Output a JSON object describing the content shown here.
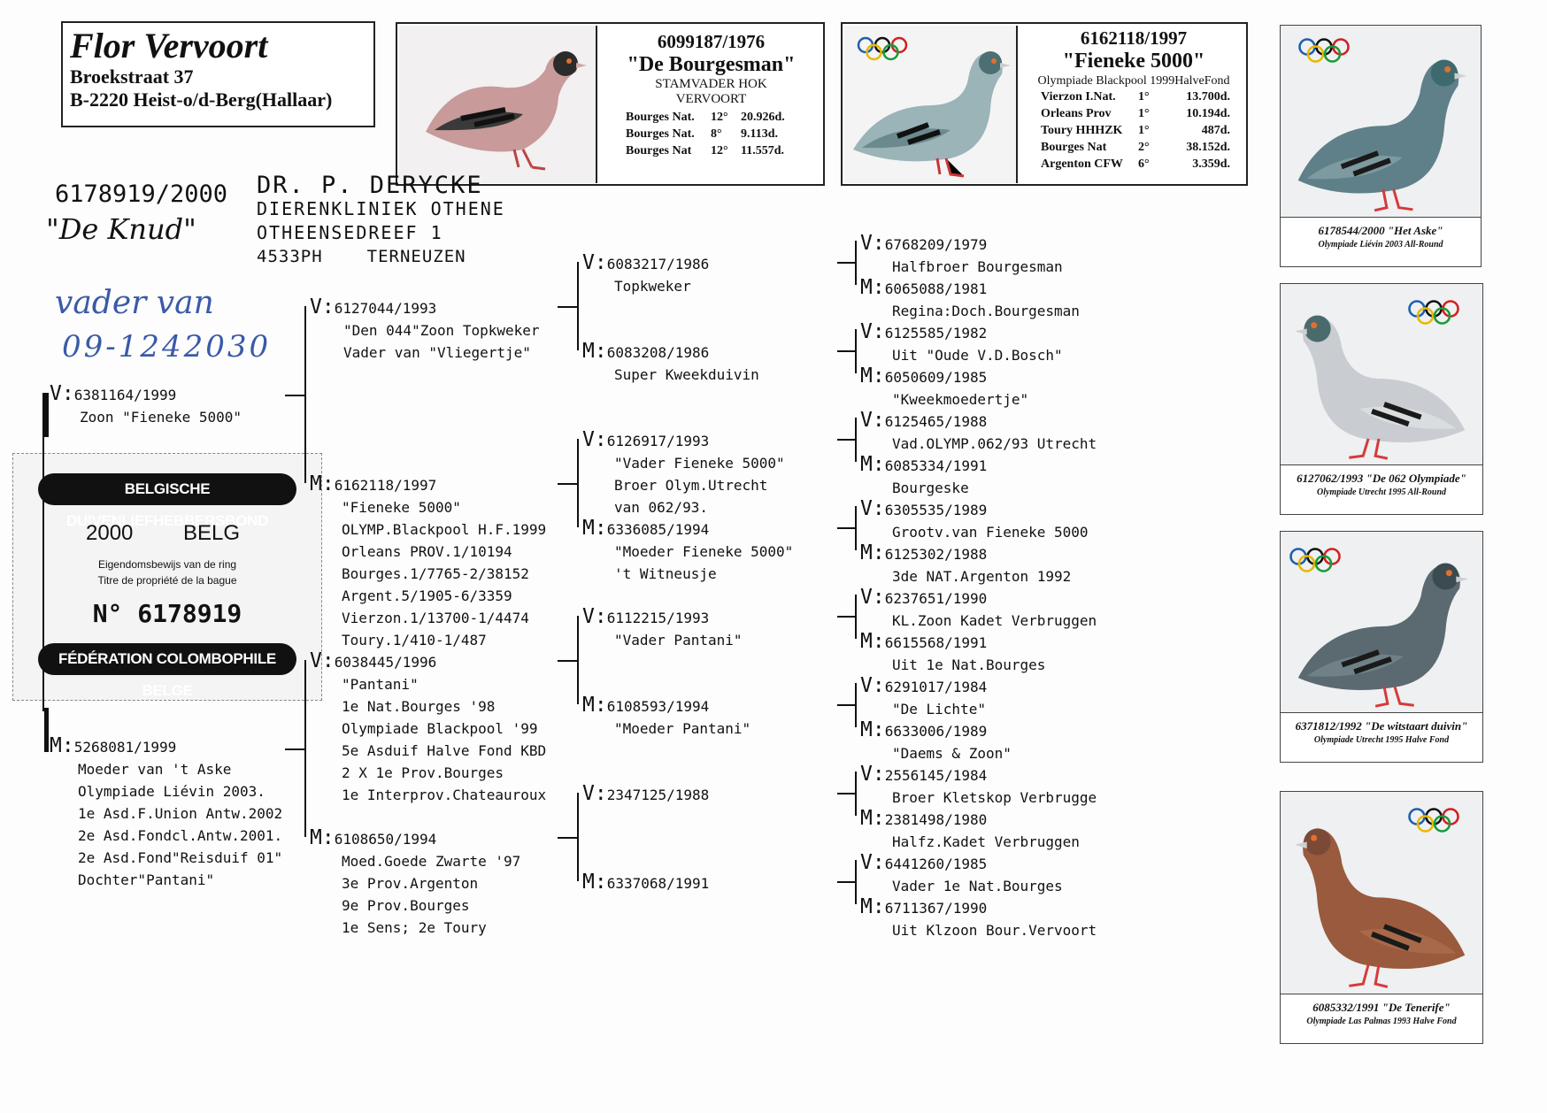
{
  "owner": {
    "name": "Flor Vervoort",
    "street": "Broekstraat 37",
    "city": "B-2220 Heist-o/d-Berg(Hallaar)"
  },
  "header1": {
    "ring": "6099187/1976",
    "name": "\"De Bourgesman\"",
    "line1": "STAMVADER HOK",
    "line2": "VERVOORT",
    "results": [
      {
        "race": "Bourges Nat.",
        "place": "12°",
        "birds": "20.926d."
      },
      {
        "race": "Bourges Nat.",
        "place": "8°",
        "birds": "9.113d."
      },
      {
        "race": "Bourges Nat",
        "place": "12°",
        "birds": "11.557d."
      }
    ]
  },
  "header2": {
    "ring": "6162118/1997",
    "name": "\"Fieneke 5000\"",
    "line1": "Olympiade Blackpool 1999HalveFond",
    "results": [
      {
        "race": "Vierzon I.Nat.",
        "place": "1°",
        "birds": "13.700d."
      },
      {
        "race": "Orleans Prov",
        "place": "1°",
        "birds": "10.194d."
      },
      {
        "race": "Toury HHHZK",
        "place": "1°",
        "birds": "487d."
      },
      {
        "race": "Bourges Nat",
        "place": "2°",
        "birds": "38.152d."
      },
      {
        "race": "Argenton CFW",
        "place": "6°",
        "birds": "3.359d."
      }
    ]
  },
  "subject": {
    "ring": "6178919/2000",
    "name": "\"De Knud\"",
    "note1": "vader van",
    "note2": "09-1242030"
  },
  "vet_stamp": {
    "line1": "DR. P. DERYCKE",
    "line2": "DIERENKLINIEK OTHENE",
    "line3": "OTHEENSEDREEF 1",
    "line4a": "4533PH",
    "line4b": "TERNEUZEN"
  },
  "ring_card": {
    "top": "BELGISCHE DUIVENLIEFHEBBERSBOND",
    "year": "2000",
    "country": "BELG",
    "text1": "Eigendomsbewijs van de ring",
    "text2": "Titre de propriété de la bague",
    "number": "N° 6178919",
    "bottom": "FÉDÉRATION COLOMBOPHILE BELGE"
  },
  "labels": {
    "v": "V:",
    "m": "M:"
  },
  "gen1": {
    "sire": {
      "ring": "6381164/1999",
      "lines": [
        "Zoon \"Fieneke 5000\""
      ]
    },
    "dam": {
      "ring": "5268081/1999",
      "lines": [
        "Moeder van 't Aske",
        "Olympiade Liévin 2003.",
        "1e Asd.F.Union Antw.2002",
        "2e Asd.Fondcl.Antw.2001.",
        "2e Asd.Fond\"Reisduif 01\"",
        "Dochter\"Pantani\""
      ]
    }
  },
  "gen2": [
    {
      "ring": "6127044/1993",
      "lines": [
        "\"Den 044\"Zoon Topkweker",
        "Vader van \"Vliegertje\""
      ]
    },
    {
      "ring": "6162118/1997",
      "lines": [
        "\"Fieneke 5000\"",
        "OLYMP.Blackpool H.F.1999",
        "Orleans PROV.1/10194",
        "Bourges.1/7765-2/38152",
        "Argent.5/1905-6/3359",
        "Vierzon.1/13700-1/4474",
        "Toury.1/410-1/487"
      ]
    },
    {
      "ring": "6038445/1996",
      "lines": [
        "\"Pantani\"",
        "1e Nat.Bourges '98",
        "Olympiade Blackpool '99",
        "5e Asduif Halve Fond KBD",
        "2 X 1e Prov.Bourges",
        "1e Interprov.Chateauroux"
      ]
    },
    {
      "ring": "6108650/1994",
      "lines": [
        "Moed.Goede Zwarte '97",
        "3e Prov.Argenton",
        "9e Prov.Bourges",
        "1e Sens; 2e Toury"
      ]
    }
  ],
  "gen3": [
    {
      "ring": "6083217/1986",
      "lines": [
        "Topkweker"
      ]
    },
    {
      "ring": "6083208/1986",
      "lines": [
        "Super Kweekduivin"
      ]
    },
    {
      "ring": "6126917/1993",
      "lines": [
        "\"Vader Fieneke 5000\"",
        "Broer Olym.Utrecht",
        "van 062/93."
      ]
    },
    {
      "ring": "6336085/1994",
      "lines": [
        "\"Moeder Fieneke 5000\"",
        "'t Witneusje"
      ]
    },
    {
      "ring": "6112215/1993",
      "lines": [
        "\"Vader Pantani\""
      ]
    },
    {
      "ring": "6108593/1994",
      "lines": [
        "\"Moeder Pantani\""
      ]
    },
    {
      "ring": "2347125/1988",
      "lines": []
    },
    {
      "ring": "6337068/1991",
      "lines": []
    }
  ],
  "gen4": [
    {
      "ring": "6768209/1979",
      "lines": [
        "Halfbroer Bourgesman"
      ]
    },
    {
      "ring": "6065088/1981",
      "lines": [
        "Regina:Doch.Bourgesman"
      ]
    },
    {
      "ring": "6125585/1982",
      "lines": [
        "Uit \"Oude V.D.Bosch\""
      ]
    },
    {
      "ring": "6050609/1985",
      "lines": [
        "\"Kweekmoedertje\""
      ]
    },
    {
      "ring": "6125465/1988",
      "lines": [
        "Vad.OLYMP.062/93 Utrecht"
      ]
    },
    {
      "ring": "6085334/1991",
      "lines": [
        "Bourgeske"
      ]
    },
    {
      "ring": "6305535/1989",
      "lines": [
        "Grootv.van Fieneke 5000"
      ]
    },
    {
      "ring": "6125302/1988",
      "lines": [
        "3de NAT.Argenton 1992"
      ]
    },
    {
      "ring": "6237651/1990",
      "lines": [
        "KL.Zoon Kadet Verbruggen"
      ]
    },
    {
      "ring": "6615568/1991",
      "lines": [
        "Uit 1e Nat.Bourges"
      ]
    },
    {
      "ring": "6291017/1984",
      "lines": [
        "\"De Lichte\""
      ]
    },
    {
      "ring": "6633006/1989",
      "lines": [
        "\"Daems & Zoon\""
      ]
    },
    {
      "ring": "2556145/1984",
      "lines": [
        "Broer Kletskop Verbrugge"
      ]
    },
    {
      "ring": "2381498/1980",
      "lines": [
        "Halfz.Kadet Verbruggen"
      ]
    },
    {
      "ring": "6441260/1985",
      "lines": [
        "Vader 1e Nat.Bourges"
      ]
    },
    {
      "ring": "6711367/1990",
      "lines": [
        "Uit Klzoon Bour.Vervoort"
      ]
    }
  ],
  "photos": [
    {
      "cap1": "6178544/2000 \"Het Aske\"",
      "cap2": "Olympiade Liévin 2003 All-Round",
      "body": "#5f8088",
      "neck": "#3d6a6e",
      "wing": "#7c9aa0"
    },
    {
      "cap1": "6127062/1993 \"De 062 Olympiade\"",
      "cap2": "Olympiade Utrecht 1995 All-Round",
      "body": "#c9ccd0",
      "neck": "#4a6a6c",
      "wing": "#dadde0"
    },
    {
      "cap1": "6371812/1992 \"De witstaart duivin\"",
      "cap2": "Olympiade Utrecht 1995 Halve Fond",
      "body": "#5a6a70",
      "neck": "#3b4b4f",
      "wing": "#6f8187"
    },
    {
      "cap1": "6085332/1991 \"De Tenerife\"",
      "cap2": "Olympiade Las Palmas 1993 Halve Fond",
      "body": "#9a5a3e",
      "neck": "#7a4a36",
      "wing": "#a8694a"
    }
  ],
  "colors": {
    "olympic": [
      "#1f5fb0",
      "#111111",
      "#d32020",
      "#e8b800",
      "#1a9a3a"
    ]
  }
}
